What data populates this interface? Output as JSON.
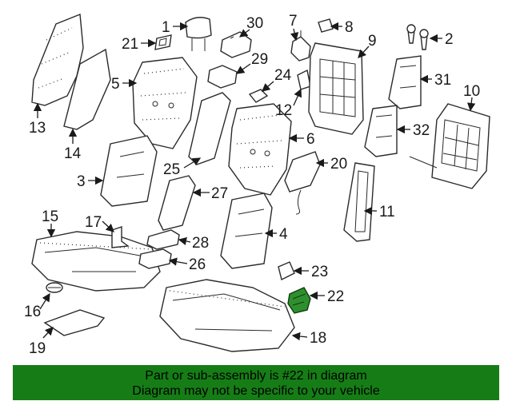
{
  "diagram": {
    "callouts": [
      "1",
      "2",
      "3",
      "4",
      "5",
      "6",
      "7",
      "8",
      "9",
      "10",
      "11",
      "12",
      "13",
      "14",
      "15",
      "16",
      "17",
      "18",
      "19",
      "20",
      "21",
      "22",
      "23",
      "24",
      "25",
      "26",
      "27",
      "28",
      "29",
      "30",
      "31",
      "32"
    ],
    "highlight_part": "22",
    "highlight_color": "#2f8f2f"
  },
  "banner": {
    "line1": "Part or sub-assembly is #22 in diagram",
    "line2": "Diagram may not be specific to your vehicle",
    "background": "#167d16"
  }
}
